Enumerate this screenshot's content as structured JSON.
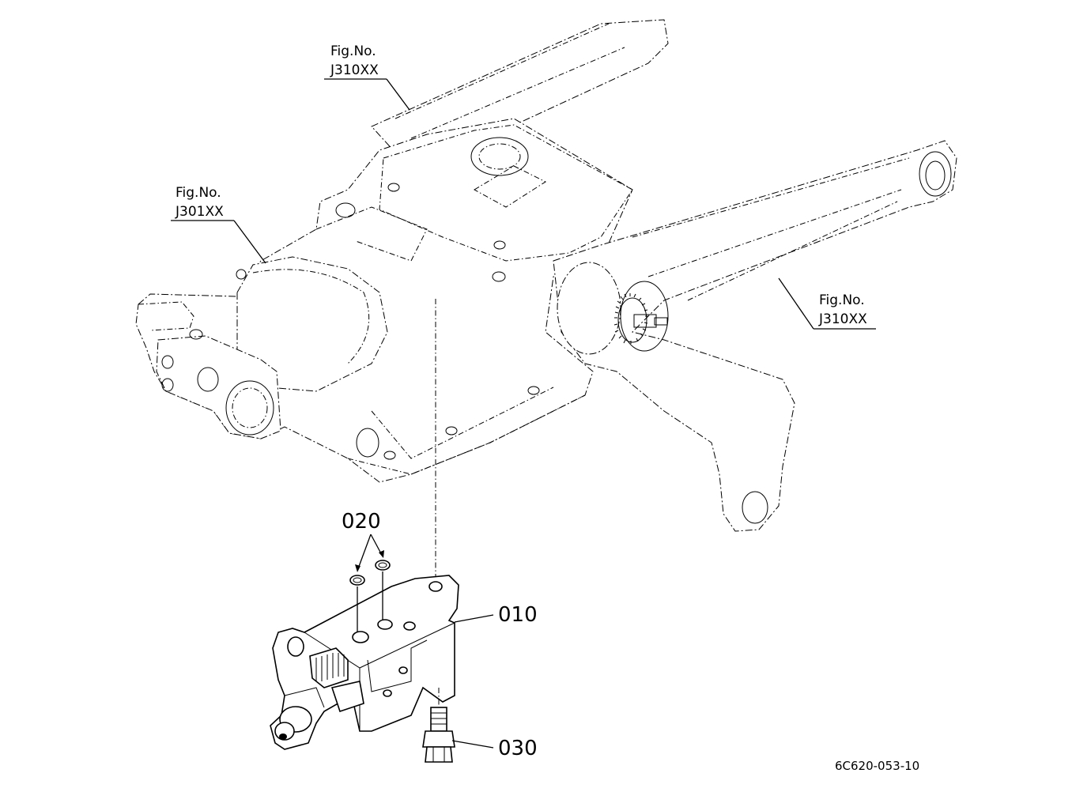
{
  "figure_code": "6C620-053-10",
  "references": [
    {
      "fig_label": "Fig.No.",
      "fig_no": "J310XX"
    },
    {
      "fig_label": "Fig.No.",
      "fig_no": "J301XX"
    },
    {
      "fig_label": "Fig.No.",
      "fig_no": "J310XX"
    }
  ],
  "parts": [
    {
      "number": "010"
    },
    {
      "number": "020"
    },
    {
      "number": "030"
    }
  ]
}
